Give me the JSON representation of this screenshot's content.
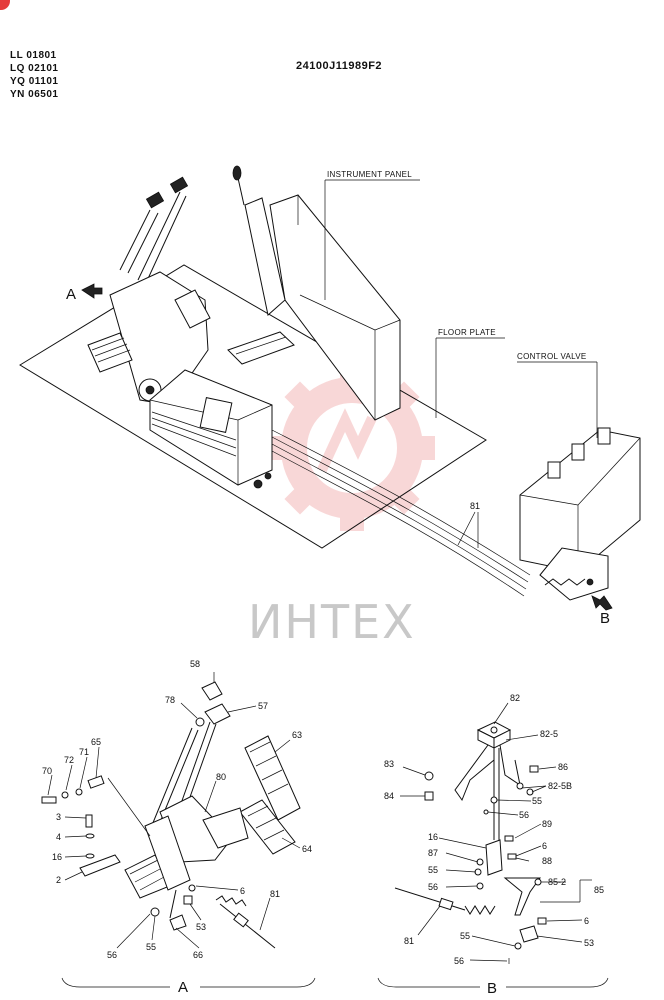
{
  "header": {
    "serials": [
      "LL 01801",
      "LQ 02101",
      "YQ 01101",
      "YN 06501"
    ],
    "doc_number": "24100J11989F2"
  },
  "main_labels": {
    "instrument_panel": "INSTRUMENT PANEL",
    "floor_plate": "FLOOR PLATE",
    "control_valve": "CONTROL VALVE",
    "view_a": "A",
    "view_b": "B",
    "part_81": "81"
  },
  "watermark": {
    "text": "ИНТЕХ",
    "color": "#f4b8b8"
  },
  "detail_a": {
    "title": "A",
    "parts": [
      "58",
      "78",
      "57",
      "63",
      "80",
      "70",
      "72",
      "71",
      "65",
      "3",
      "4",
      "16",
      "2",
      "6",
      "81",
      "56",
      "55",
      "66",
      "53",
      "64"
    ]
  },
  "detail_b": {
    "title": "B",
    "parts": [
      "82",
      "82-5",
      "83",
      "86",
      "82-5B",
      "84",
      "55",
      "56",
      "16",
      "89",
      "87",
      "6",
      "88",
      "55",
      "56",
      "85-2",
      "85",
      "81",
      "6",
      "55",
      "53",
      "56"
    ]
  },
  "colors": {
    "badge": "#e53a3a",
    "watermark": "#f4b8b8"
  }
}
